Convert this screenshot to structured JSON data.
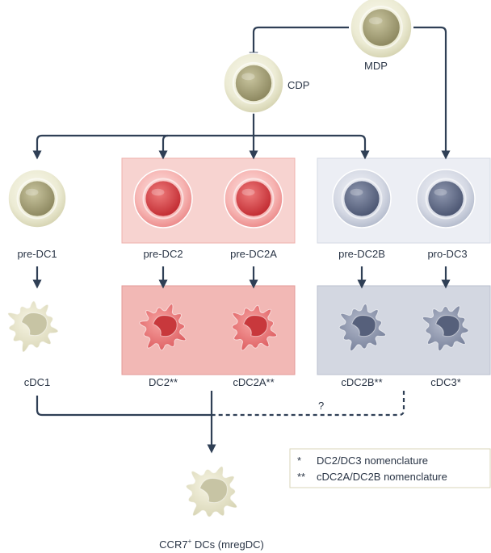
{
  "nodes": {
    "mdp": "MDP",
    "cdp": "CDP",
    "pre_dc1": "pre-DC1",
    "pre_dc2": "pre-DC2",
    "pre_dc2a": "pre-DC2A",
    "pre_dc2b": "pre-DC2B",
    "pro_dc3": "pro-DC3",
    "cdc1": "cDC1",
    "dc2": "DC2**",
    "cdc2a": "cDC2A**",
    "cdc2b": "cDC2B**",
    "cdc3": "cDC3*",
    "final_prefix": "CCR7",
    "final_sup": "+",
    "final_suffix": " DCs (mregDC)"
  },
  "uncertain_mark": "?",
  "legend": {
    "items": [
      {
        "symbol": "*",
        "text": "DC2/DC3 nomenclature"
      },
      {
        "symbol": "**",
        "text": "cDC2A/DC2B nomenclature"
      }
    ]
  },
  "colors": {
    "line": "#2f3f55",
    "red_box": "#f7d3d0",
    "red_box_dark": "#efa9a5",
    "blue_box": "#eceef4",
    "blue_box_dark": "#cdd2dd",
    "olive_nucleus": "#a7a27a",
    "red_nucleus": "#d9474b",
    "blue_nucleus": "#6d7791"
  }
}
